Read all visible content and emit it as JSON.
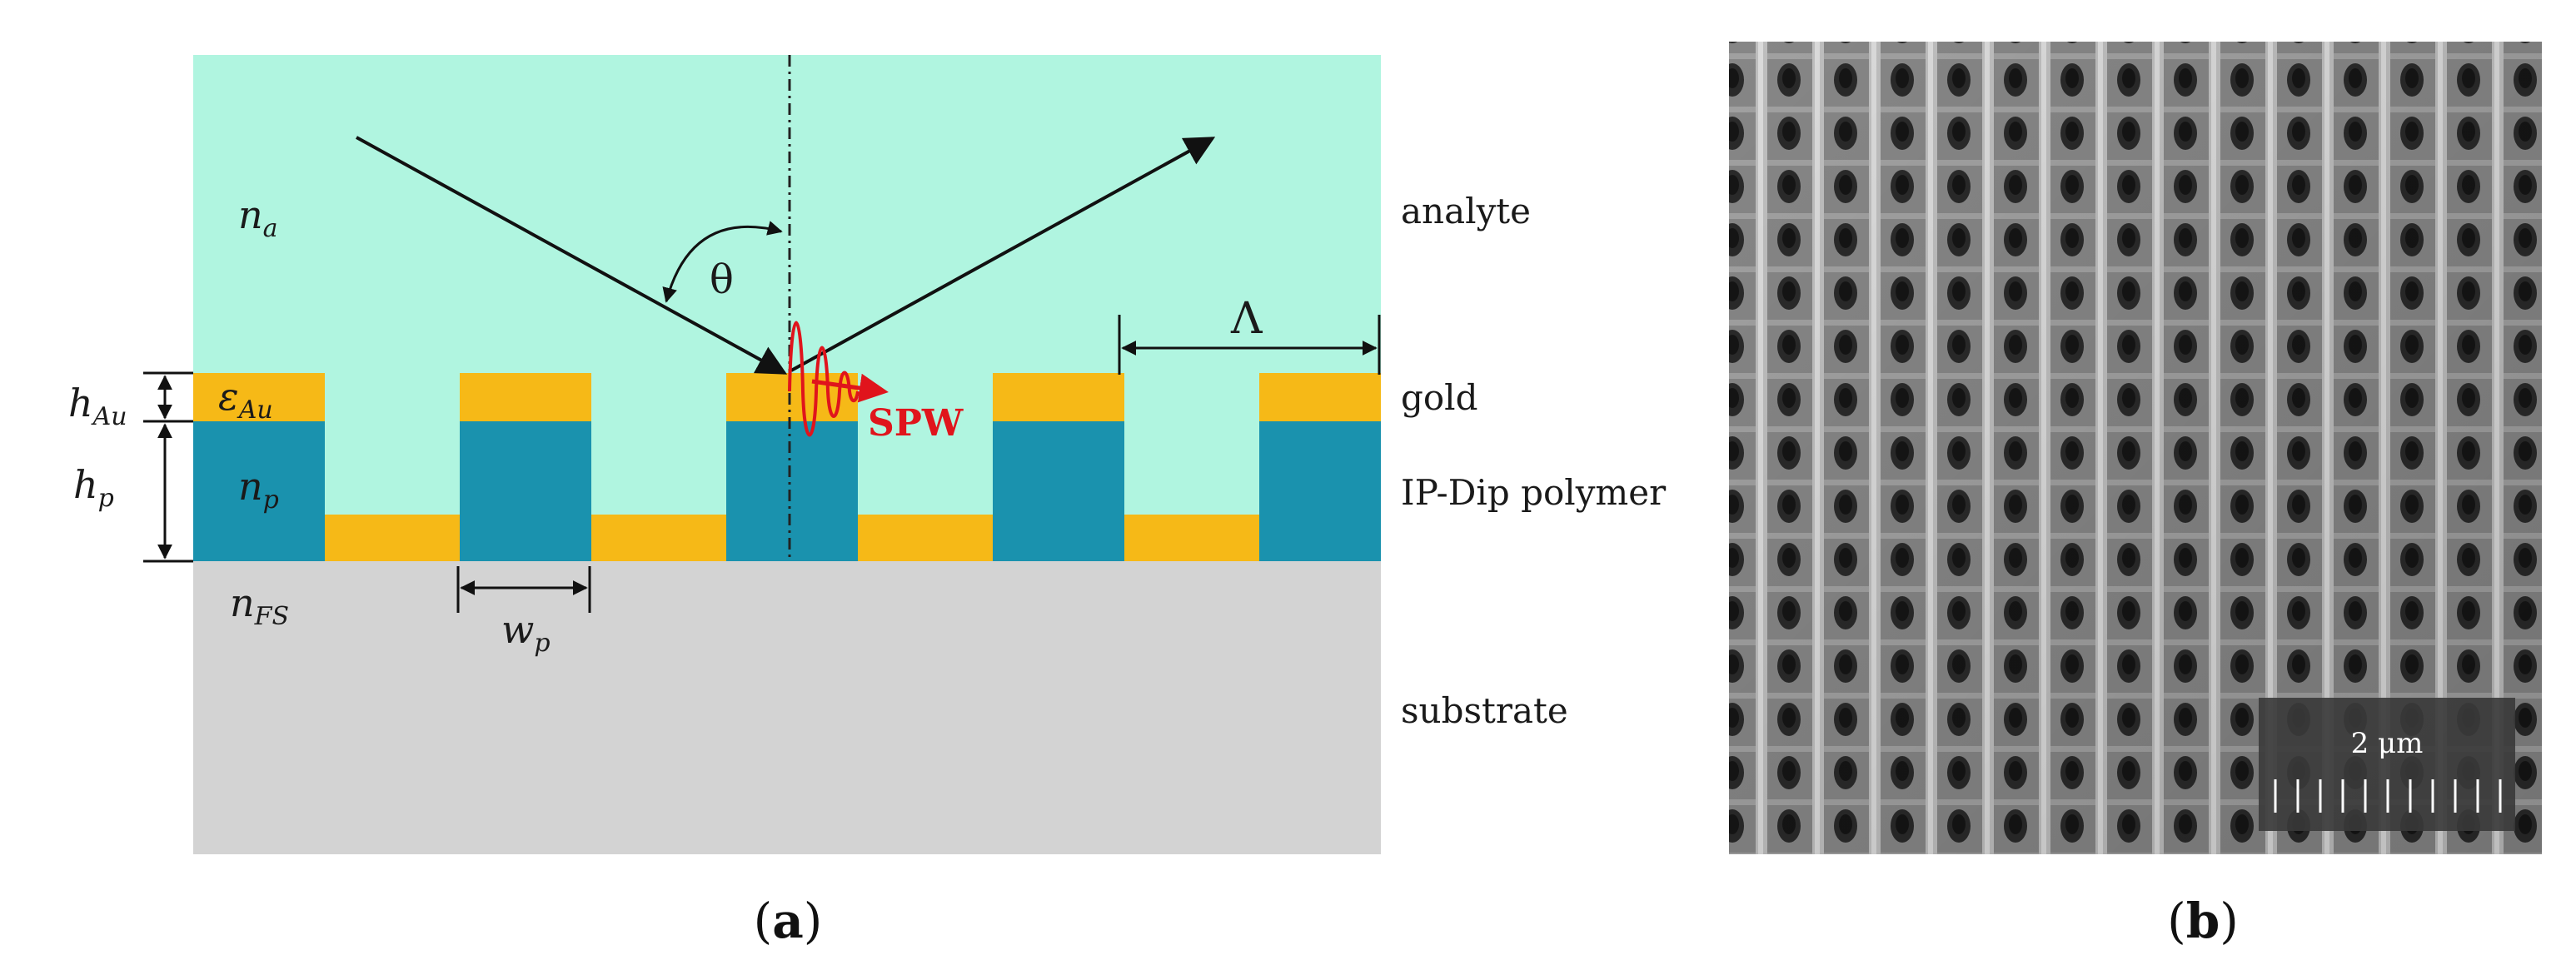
{
  "figure": {
    "panel_a": {
      "label_prefix": "(",
      "label_letter": "a",
      "label_suffix": ")",
      "colors": {
        "analyte": "#b0f5e0",
        "gold": "#f6b917",
        "polymer": "#1a92ae",
        "substrate": "#d3d3d3",
        "spw": "#e0141c"
      },
      "layer_labels": {
        "analyte": "analyte",
        "gold": "gold",
        "polymer": "IP-Dip polymer",
        "substrate": "substrate"
      },
      "symbols": {
        "n_a_base": "n",
        "n_a_sub": "a",
        "eps_base": "ε",
        "eps_sub": "Au",
        "n_p_base": "n",
        "n_p_sub": "p",
        "n_fs_base": "n",
        "n_fs_sub": "FS",
        "h_au_base": "h",
        "h_au_sub": "Au",
        "h_p_base": "h",
        "h_p_sub": "p",
        "w_p_base": "w",
        "w_p_sub": "p",
        "theta": "θ",
        "period": "Λ",
        "spw": "SPW"
      }
    },
    "panel_b": {
      "label_prefix": "(",
      "label_letter": "b",
      "label_suffix": ")",
      "scale_bar": "2 μm",
      "image_kind": "SEM micrograph"
    }
  }
}
